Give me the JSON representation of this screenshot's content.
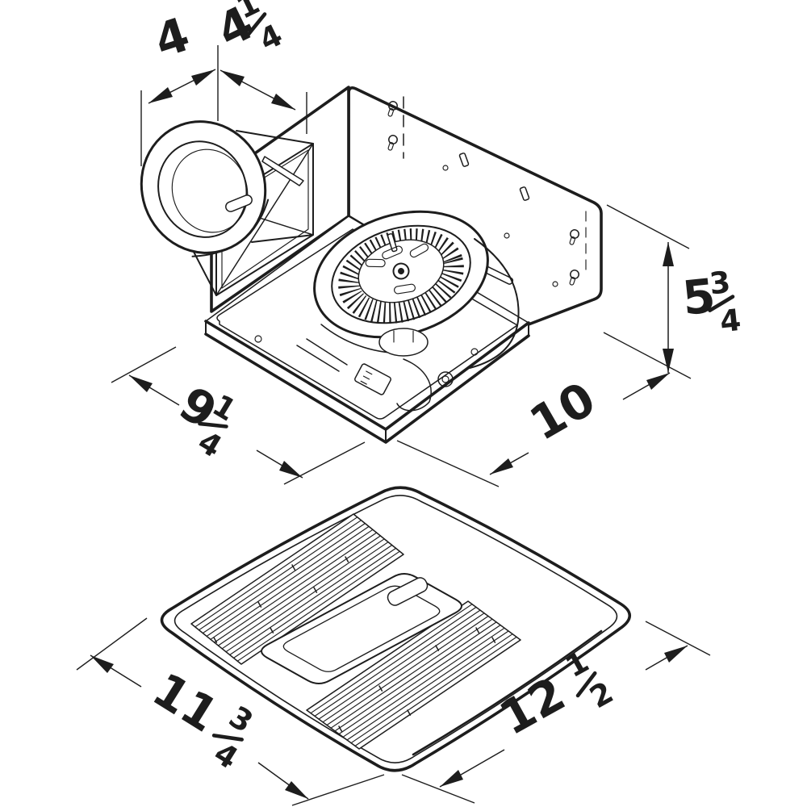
{
  "views": {
    "housing": {
      "dimensions": {
        "duct_diameter": {
          "whole": "4"
        },
        "duct_projection": {
          "whole": "4",
          "num": "1",
          "den": "4"
        },
        "height": {
          "whole": "5",
          "num": "3",
          "den": "4"
        },
        "depth": {
          "whole": "9",
          "num": "1",
          "den": "4"
        },
        "width": {
          "whole": "10"
        }
      }
    },
    "grille": {
      "dimensions": {
        "depth": {
          "whole": "11",
          "num": "3",
          "den": "4"
        },
        "width": {
          "whole": "12",
          "num": "1",
          "den": "2"
        }
      }
    }
  },
  "style": {
    "line_color": "#1d1d1d",
    "background": "#ffffff"
  }
}
